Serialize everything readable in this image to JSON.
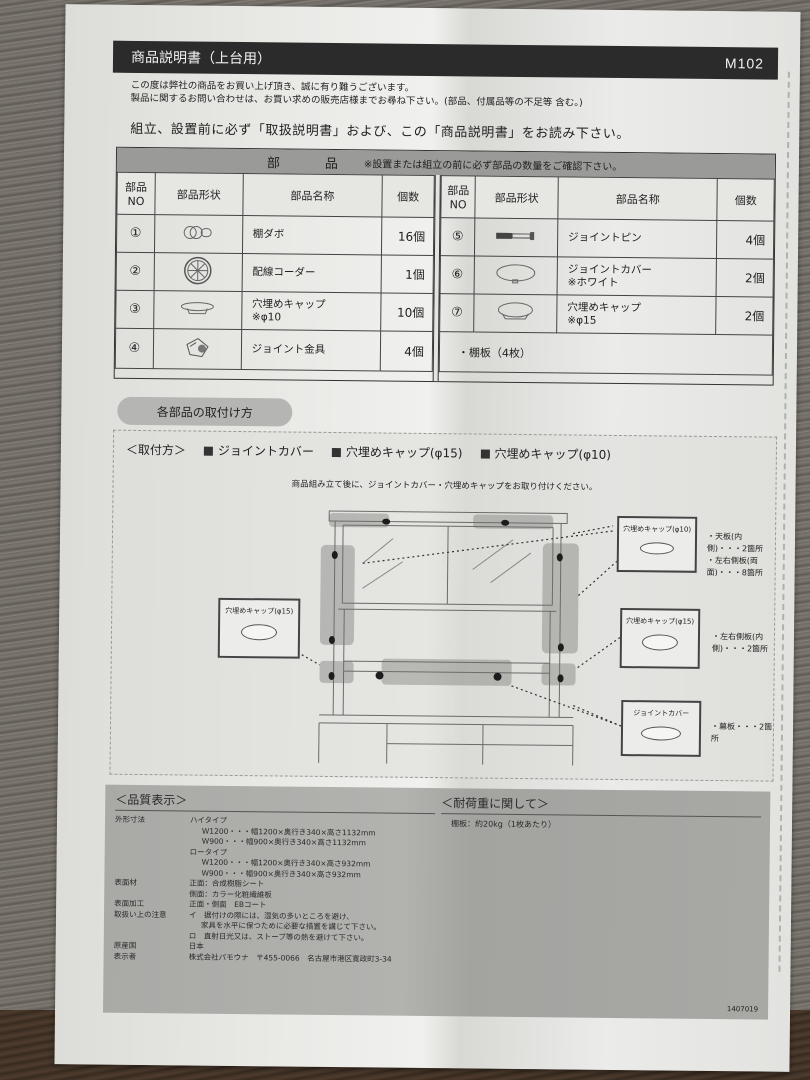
{
  "header": {
    "title": "商品説明書（上台用）",
    "model": "M102"
  },
  "intro": {
    "line1": "この度は弊社の商品をお買い上げ頂き、誠に有り難うございます。",
    "line2": "製品に関するお問い合わせは、お買い求めの販売店様までお尋ね下さい。(部品、付属品等の不足等 含む。)",
    "notice": "組立、設置前に必ず「取扱説明書」および、この「商品説明書」をお読み下さい。"
  },
  "parts": {
    "title": "部　品",
    "note": "※設置または組立の前に必ず部品の数量をご確認下さい。",
    "columns": [
      "部品NO",
      "部品形状",
      "部品名称",
      "個数"
    ],
    "left_rows": [
      {
        "no": "①",
        "shape": "shelf-dowel",
        "name": "棚ダボ",
        "qty": "16個"
      },
      {
        "no": "②",
        "shape": "cord-grommet",
        "name": "配線コーダー",
        "qty": "1個"
      },
      {
        "no": "③",
        "shape": "hole-cap-10",
        "name": "穴埋めキャップ",
        "sub": "※φ10",
        "qty": "10個"
      },
      {
        "no": "④",
        "shape": "joint-fitting",
        "name": "ジョイント金具",
        "qty": "4個"
      }
    ],
    "right_rows": [
      {
        "no": "⑤",
        "shape": "joint-pin",
        "name": "ジョイントピン",
        "qty": "4個"
      },
      {
        "no": "⑥",
        "shape": "joint-cover",
        "name": "ジョイントカバー",
        "sub": "※ホワイト",
        "qty": "2個"
      },
      {
        "no": "⑦",
        "shape": "hole-cap-15",
        "name": "穴埋めキャップ",
        "sub": "※φ15",
        "qty": "2個"
      }
    ],
    "shelf_note": "・棚板（4枚）"
  },
  "install": {
    "section_title": "各部品の取付け方",
    "legend_label": "＜取付方＞",
    "legend_items": [
      "ジョイントカバー",
      "穴埋めキャップ(φ15)",
      "穴埋めキャップ(φ10)"
    ],
    "note": "商品組み立て後に、ジョイントカバー・穴埋めキャップをお取り付けください。",
    "callouts": [
      {
        "label": "穴埋めキャップ(φ10)",
        "notes": [
          "・天板(内側)・・・2箇所",
          "・左右側板(両面)・・・8箇所"
        ]
      },
      {
        "label": "穴埋めキャップ(φ15)",
        "notes": [
          "・左右側板(内側)・・・2箇所"
        ]
      },
      {
        "label": "ジョイントカバー",
        "notes": [
          "・幕板・・・2箇所"
        ]
      },
      {
        "label": "穴埋めキャップ(φ15)",
        "notes": []
      }
    ]
  },
  "quality": {
    "title": "＜品質表示＞",
    "rows": [
      {
        "key": "外形寸法",
        "values": [
          "ハイタイプ",
          "W1200・・・幅1200×奥行き340×高さ1132mm",
          "W900・・・幅900×奥行き340×高さ1132mm",
          "ロータイプ",
          "W1200・・・幅1200×奥行き340×高さ932mm",
          "W900・・・幅900×奥行き340×高さ932mm"
        ]
      },
      {
        "key": "表面材",
        "values": [
          "正面：合成樹脂シート",
          "側面：カラー化粧繊維板"
        ]
      },
      {
        "key": "表面加工",
        "values": [
          "正面・側面　EBコート"
        ]
      },
      {
        "key": "取扱い上の注意",
        "values": [
          "イ　据付けの際には、湿気の多いところを避け、",
          "家具を水平に保つために必要な措置を講じて下さい。",
          "ロ　直射日光又は、ストーブ等の熱を避けて下さい。"
        ]
      },
      {
        "key": "原産国",
        "values": [
          "日本"
        ]
      },
      {
        "key": "表示者",
        "values": [
          "株式会社パモウナ　〒455-0066　名古屋市港区寛政町3-34"
        ]
      }
    ]
  },
  "load": {
    "title": "＜耐荷重に関して＞",
    "text": "棚板：約20kg（1枚あたり）"
  },
  "doc_number": "1407019",
  "colors": {
    "header_bar": "#2b2b2b",
    "table_head": "#9a9a98",
    "spec_bg": "#acaca9",
    "paper": "#ebebe8"
  }
}
